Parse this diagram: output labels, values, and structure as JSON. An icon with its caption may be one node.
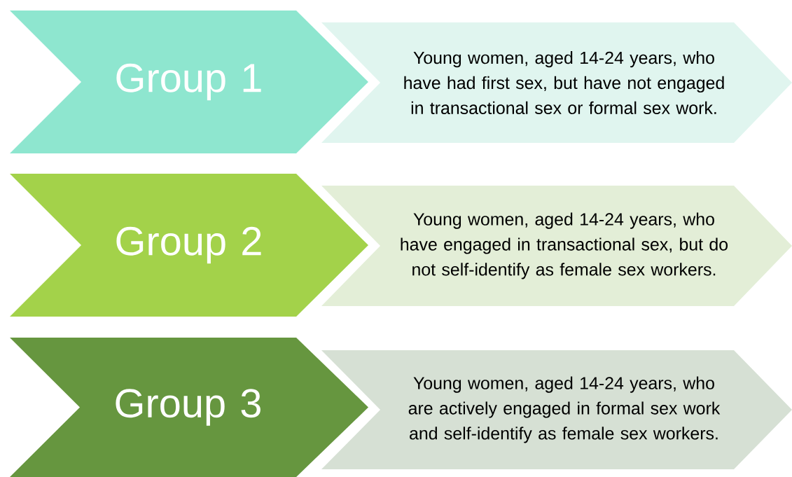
{
  "diagram": {
    "nodes": [
      {
        "text": [
          "Group 1"
        ]
      },
      {
        "text": [
          "Young women, aged 14-24 years, who have had first sex, but have not engaged in transactional sex or formal sex work."
        ]
      },
      {
        "text": [
          "Group 2"
        ]
      },
      {
        "text": [
          "Young women, aged 14-24 years, who have engaged in transactional sex, but do not self-identify as female sex workers."
        ]
      },
      {
        "text": [
          "Group 3"
        ]
      },
      {
        "text": [
          "Young women, aged 14-24 years, who are actively engaged in formal sex work and self-identify as female sex workers."
        ]
      }
    ]
  }
}
